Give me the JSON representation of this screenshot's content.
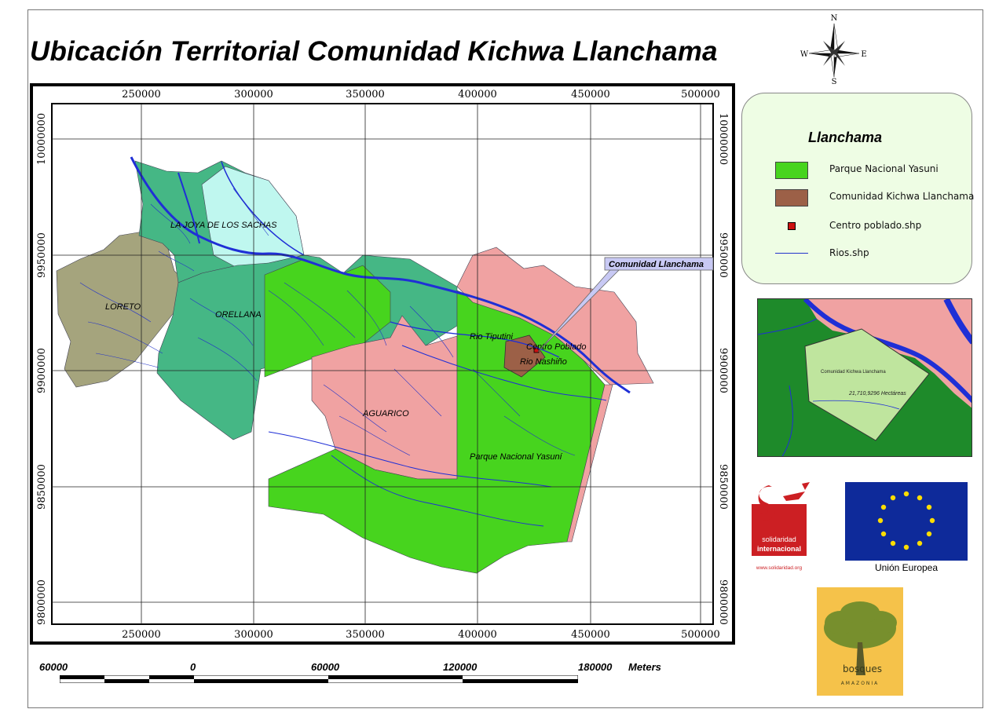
{
  "title": "Ubicación Territorial Comunidad Kichwa Llanchama",
  "compass": {
    "n": "N",
    "s": "S",
    "e": "E",
    "w": "W"
  },
  "grid": {
    "x_ticks": [
      "250000",
      "300000",
      "350000",
      "400000",
      "450000",
      "500000"
    ],
    "y_ticks": [
      "10000000",
      "9950000",
      "9900000",
      "9850000",
      "9800000"
    ]
  },
  "map_labels": {
    "joya": "LA JOYA DE LOS SACHAS",
    "loreto": "LORETO",
    "orellana": "ORELLANA",
    "aguarico": "AGUARICO",
    "yasuni": "Parque Nacional Yasuní",
    "tiputini": "Rio Tiputini",
    "centro": "Centro Poblado",
    "rio_small": "Rio Nashiño",
    "callout": "Comunidad Llanchama"
  },
  "legend": {
    "title": "Llanchama",
    "items": [
      {
        "label": "Parque Nacional Yasuni",
        "color": "#47d41e",
        "kind": "box"
      },
      {
        "label": "Comunidad Kichwa Llanchama",
        "color": "#9c6047",
        "kind": "box"
      },
      {
        "label": "Centro poblado.shp",
        "color": "#cc1010",
        "kind": "point"
      },
      {
        "label": "Rios.shp",
        "color": "#2233cc",
        "kind": "line"
      }
    ]
  },
  "inset": {
    "label": "Comunidad Kichwa Llanchama",
    "area": "21,710,9296 Hectáreas"
  },
  "logos": {
    "si_line1": "solidaridad",
    "si_line2": "internacional",
    "si_url": "www.solidaridad.org",
    "eu_caption": "Unión Europea",
    "bosques": "bosques",
    "bosques_sub": "AMAZONIA"
  },
  "scale": {
    "labels": [
      "60000",
      "0",
      "60000",
      "120000",
      "180000"
    ],
    "unit": "Meters"
  },
  "colors": {
    "yasuni": "#47d41e",
    "aguarico_pink": "#f0a2a2",
    "orellana": "#45b785",
    "joya": "#bff7ef",
    "loreto": "#a5a47d",
    "community": "#9c6047",
    "river": "#1f2fd6",
    "legend_bg": "#eefde4"
  }
}
